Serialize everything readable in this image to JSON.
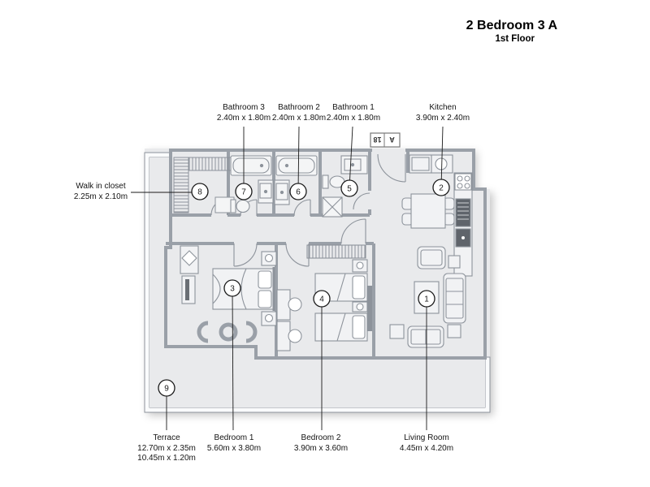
{
  "header": {
    "title": "2 Bedroom 3 A",
    "subtitle": "1st Floor"
  },
  "entry_marker": {
    "letter": "A",
    "number": "18"
  },
  "rooms": {
    "living": {
      "marker": "1",
      "name": "Living Room",
      "dims": "4.45m x 4.20m"
    },
    "kitchen": {
      "marker": "2",
      "name": "Kitchen",
      "dims": "3.90m x 2.40m"
    },
    "bedroom1": {
      "marker": "3",
      "name": "Bedroom 1",
      "dims": "5.60m x 3.80m"
    },
    "bedroom2": {
      "marker": "4",
      "name": "Bedroom 2",
      "dims": "3.90m x 3.60m"
    },
    "bathroom1": {
      "marker": "5",
      "name": "Bathroom 1",
      "dims": "2.40m x 1.80m"
    },
    "bathroom2": {
      "marker": "6",
      "name": "Bathroom 2",
      "dims": "2.40m x 1.80m"
    },
    "bathroom3": {
      "marker": "7",
      "name": "Bathroom 3",
      "dims": "2.40m x 1.80m"
    },
    "closet": {
      "marker": "8",
      "name": "Walk in closet",
      "dims": "2.25m x 2.10m"
    },
    "terrace": {
      "marker": "9",
      "name": "Terrace",
      "dims": "12.70m x 2.35m",
      "dims2": "10.45m x 1.20m"
    }
  }
}
